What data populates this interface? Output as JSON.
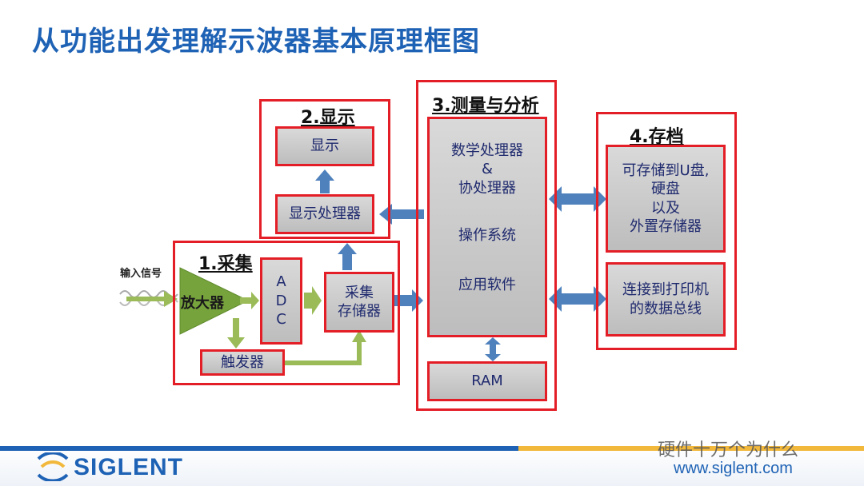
{
  "title": "从功能出发理解示波器基本原理框图",
  "groups": {
    "acquisition": "1.采集",
    "display": "2.显示",
    "measure": "3.测量与分析",
    "archive": "4.存档"
  },
  "blocks": {
    "display": "显示",
    "display_processor": "显示处理器",
    "amplifier": "放大器",
    "adc": [
      "A",
      "D",
      "C"
    ],
    "acq_memory": [
      "采集",
      "存储器"
    ],
    "trigger": "触发器",
    "measure_lines": [
      "数学处理器",
      "&",
      "协处理器",
      "操作系统",
      "应用软件"
    ],
    "ram": "RAM",
    "storage": [
      "可存储到U盘,",
      "硬盘",
      "以及",
      "外置存储器"
    ],
    "printer": [
      "连接到打印机",
      "的数据总线"
    ]
  },
  "input_signal_label": "输入信号",
  "footer": {
    "logo": "SIGLENT",
    "url": "www.siglent.com",
    "watermark": "硬件十万个为什么"
  },
  "colors": {
    "title": "#1e62b5",
    "border_red": "#e41e26",
    "arrow_blue": "#4f81bd",
    "arrow_green": "#9bbb59"
  }
}
